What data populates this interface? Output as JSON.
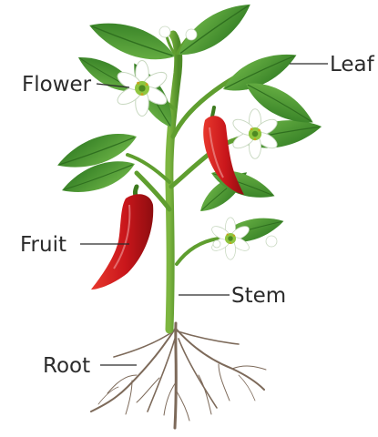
{
  "diagram": {
    "labels": {
      "flower": "Flower",
      "leaf": "Leaf",
      "fruit": "Fruit",
      "stem": "Stem",
      "root": "Root"
    },
    "colors": {
      "leaf": "#4f9b34",
      "leaf_dark": "#2f6f1f",
      "stem": "#5f9e2f",
      "fruit": "#c9161b",
      "fruit_dark": "#8e0d10",
      "root": "#7d6a5a",
      "flower": "#ffffff",
      "flower_center": "#8fc63f",
      "text": "#2b2b2b"
    }
  }
}
